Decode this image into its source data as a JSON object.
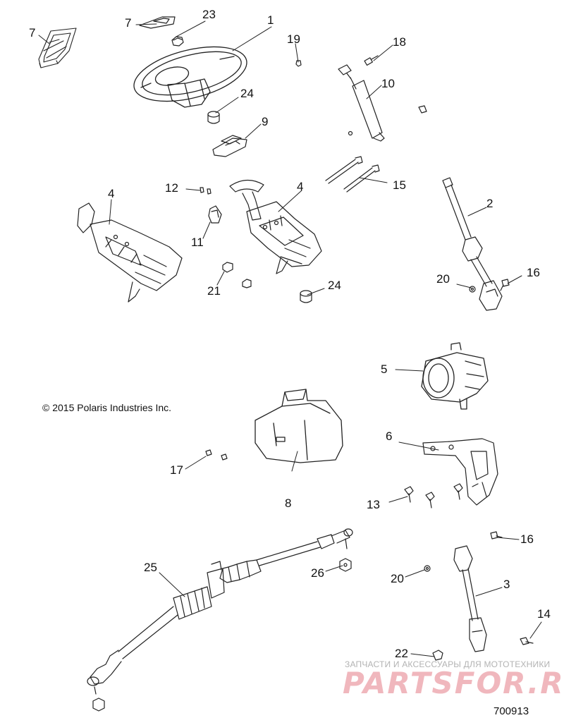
{
  "copyright": "© 2015 Polaris Industries Inc.",
  "diagram_id": "700913",
  "watermark": {
    "tagline": "ЗАПЧАСТИ И АКСЕССУАРЫ ДЛЯ МОТОТЕХНИКИ",
    "logo": "PARTSFOR.RU",
    "color": "#f0b7bd"
  },
  "callouts": {
    "c1": "1",
    "c2": "2",
    "c3": "3",
    "c4a": "4",
    "c4b": "4",
    "c5": "5",
    "c6": "6",
    "c7a": "7",
    "c7b": "7",
    "c8": "8",
    "c9": "9",
    "c10": "10",
    "c11": "11",
    "c12": "12",
    "c13": "13",
    "c14": "14",
    "c15": "15",
    "c16a": "16",
    "c16b": "16",
    "c17": "17",
    "c18": "18",
    "c19": "19",
    "c20a": "20",
    "c20b": "20",
    "c21": "21",
    "c22": "22",
    "c23": "23",
    "c24a": "24",
    "c24b": "24",
    "c25": "25",
    "c26": "26"
  }
}
